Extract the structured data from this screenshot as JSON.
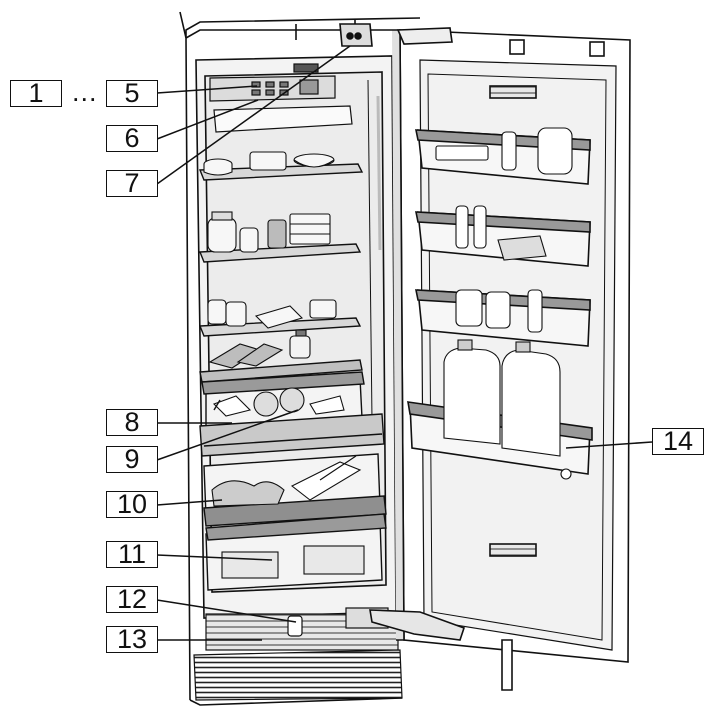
{
  "labels": {
    "l1": "1",
    "ellipsis": "...",
    "l5": "5",
    "l6": "6",
    "l7": "7",
    "l8": "8",
    "l9": "9",
    "l10": "10",
    "l11": "11",
    "l12": "12",
    "l13": "13",
    "l14": "14"
  }
}
